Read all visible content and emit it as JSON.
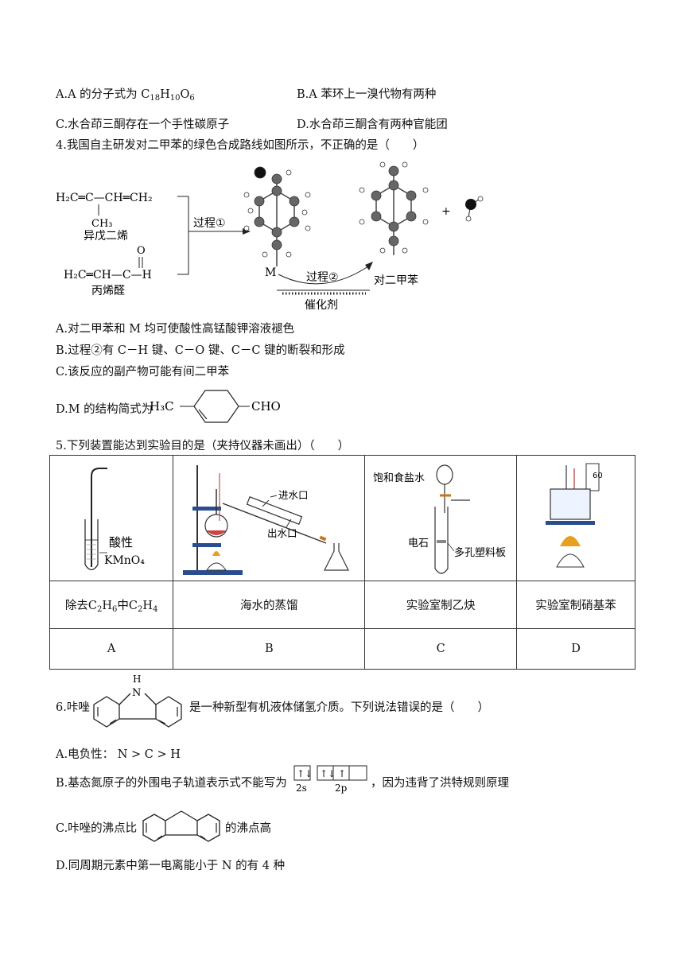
{
  "q3_options": {
    "a": {
      "pre": "A.A 的分子式为",
      "formula": [
        "C",
        "18",
        "H",
        "10",
        "O",
        "6"
      ]
    },
    "b": "B.A 苯环上一溴代物有两种",
    "c": "C.水合茚三酮存在一个手性碳原子",
    "d": "D.水合茚三酮含有两种官能团"
  },
  "q4": {
    "stem": "4.我国自主研发对二甲苯的绿色合成路线如图所示，不正确的是（　　）",
    "isoprene": {
      "left": "H₂C═C—CH═CH₂",
      "ch3": "CH₃",
      "name": "异戊二烯"
    },
    "acrolein": {
      "left": "H₂C═CH—C—H",
      "o": "O",
      "name": "丙烯醛"
    },
    "process1": "过程①",
    "process2": "过程②",
    "m": "M",
    "catalyst": "催化剂",
    "product": "对二甲苯",
    "plus": "+",
    "options": {
      "a": "A.对二甲苯和 M 均可使酸性高锰酸钾溶液褪色",
      "b": "B.过程②有 C－H 键、C－O 键、C－C 键的断裂和形成",
      "c": "C.该反应的副产物可能有间二甲苯",
      "d_pre": "D.M 的结构简式为",
      "d_left": "H₃C",
      "d_right": "CHO"
    }
  },
  "q5": {
    "stem": "5.下列装置能达到实验目的是（夹持仪器未画出）（　　）",
    "labels": {
      "acidic": "酸性",
      "kmno4": "KMnO₄",
      "water_in": "进水口",
      "water_out": "出水口",
      "brine": "饱和食盐水",
      "carbide": "电石",
      "plate": "多孔塑料板",
      "thermo": "60"
    },
    "purposes": {
      "a_pre": "除去",
      "a_f1": [
        "C",
        "2",
        "H",
        "6"
      ],
      "a_mid": "中",
      "a_f2": [
        "C",
        "2",
        "H",
        "4"
      ],
      "b": "海水的蒸馏",
      "c": "实验室制乙炔",
      "d": "实验室制硝基苯"
    },
    "letters": [
      "A",
      "B",
      "C",
      "D"
    ]
  },
  "q6": {
    "pre": "6.咔唑",
    "nh": "H",
    "n": "N",
    "post": "是一种新型有机液体储氢介质。下列说法错误的是（　　）",
    "a": "A.电负性：  N > C > H",
    "b_pre": "B.基态氮原子的外围电子轨道表示式不能写为",
    "b_2s": "2s",
    "b_2p": "2p",
    "b_post": "，因为违背了洪特规则原理",
    "c_pre": "C.咔唑的沸点比",
    "c_post": "的沸点高",
    "d": "D.同周期元素中第一电离能小于 N 的有 4 种"
  }
}
